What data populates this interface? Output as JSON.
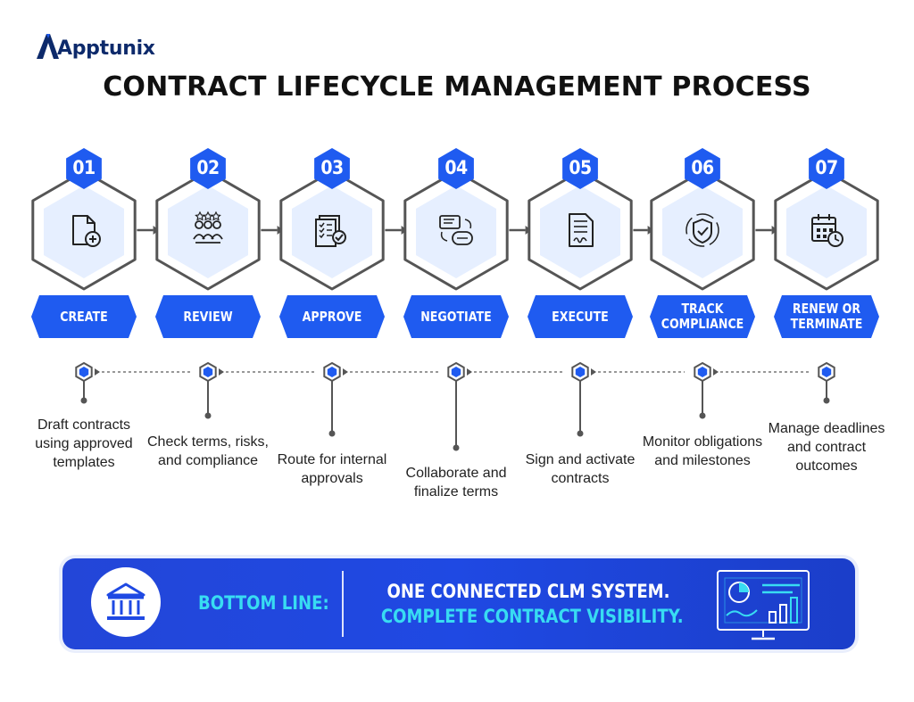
{
  "brand": {
    "name": "Apptunix"
  },
  "title": "CONTRACT LIFECYCLE MANAGEMENT PROCESS",
  "colors": {
    "primary": "#1f5bf0",
    "dark_navy": "#0d2a6b",
    "cyan_accent": "#38dcf2",
    "hex_border": "#555555",
    "hex_fill": "#e6efff"
  },
  "steps": [
    {
      "number": "01",
      "label": "CREATE",
      "icon": "add-document-icon",
      "description": "Draft contracts using approved templates"
    },
    {
      "number": "02",
      "label": "REVIEW",
      "icon": "team-rating-icon",
      "description": "Check terms, risks, and compliance"
    },
    {
      "number": "03",
      "label": "APPROVE",
      "icon": "checklist-approval-icon",
      "description": "Route for internal approvals"
    },
    {
      "number": "04",
      "label": "NEGOTIATE",
      "icon": "chat-exchange-icon",
      "description": "Collaborate and finalize terms"
    },
    {
      "number": "05",
      "label": "EXECUTE",
      "icon": "signed-document-icon",
      "description": "Sign and activate contracts"
    },
    {
      "number": "06",
      "label": "TRACK COMPLIANCE",
      "icon": "shield-check-icon",
      "description": "Monitor obligations and milestones"
    },
    {
      "number": "07",
      "label": "RENEW OR TERMINATE",
      "icon": "calendar-clock-icon",
      "description": "Manage deadlines and contract outcomes"
    }
  ],
  "bottom": {
    "label": "BOTTOM LINE:",
    "line1": "ONE CONNECTED CLM SYSTEM.",
    "line2": "COMPLETE CONTRACT VISIBILITY.",
    "left_icon": "bank-building-icon",
    "right_icon": "analytics-monitor-icon"
  }
}
